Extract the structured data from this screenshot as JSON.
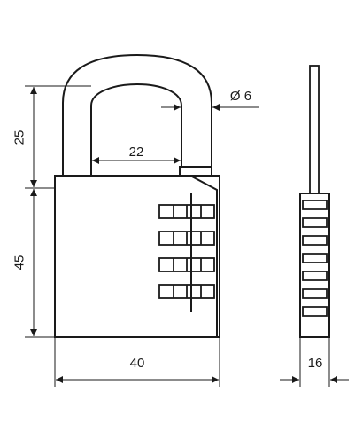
{
  "colors": {
    "stroke": "#1a1a1a",
    "background": "#ffffff"
  },
  "dimensions": {
    "shackle_height": "25",
    "shackle_width": "22",
    "shackle_diameter": "Ø 6",
    "body_height": "45",
    "body_width": "40",
    "side_thickness": "16"
  },
  "combination": {
    "wheel_count": 4
  }
}
